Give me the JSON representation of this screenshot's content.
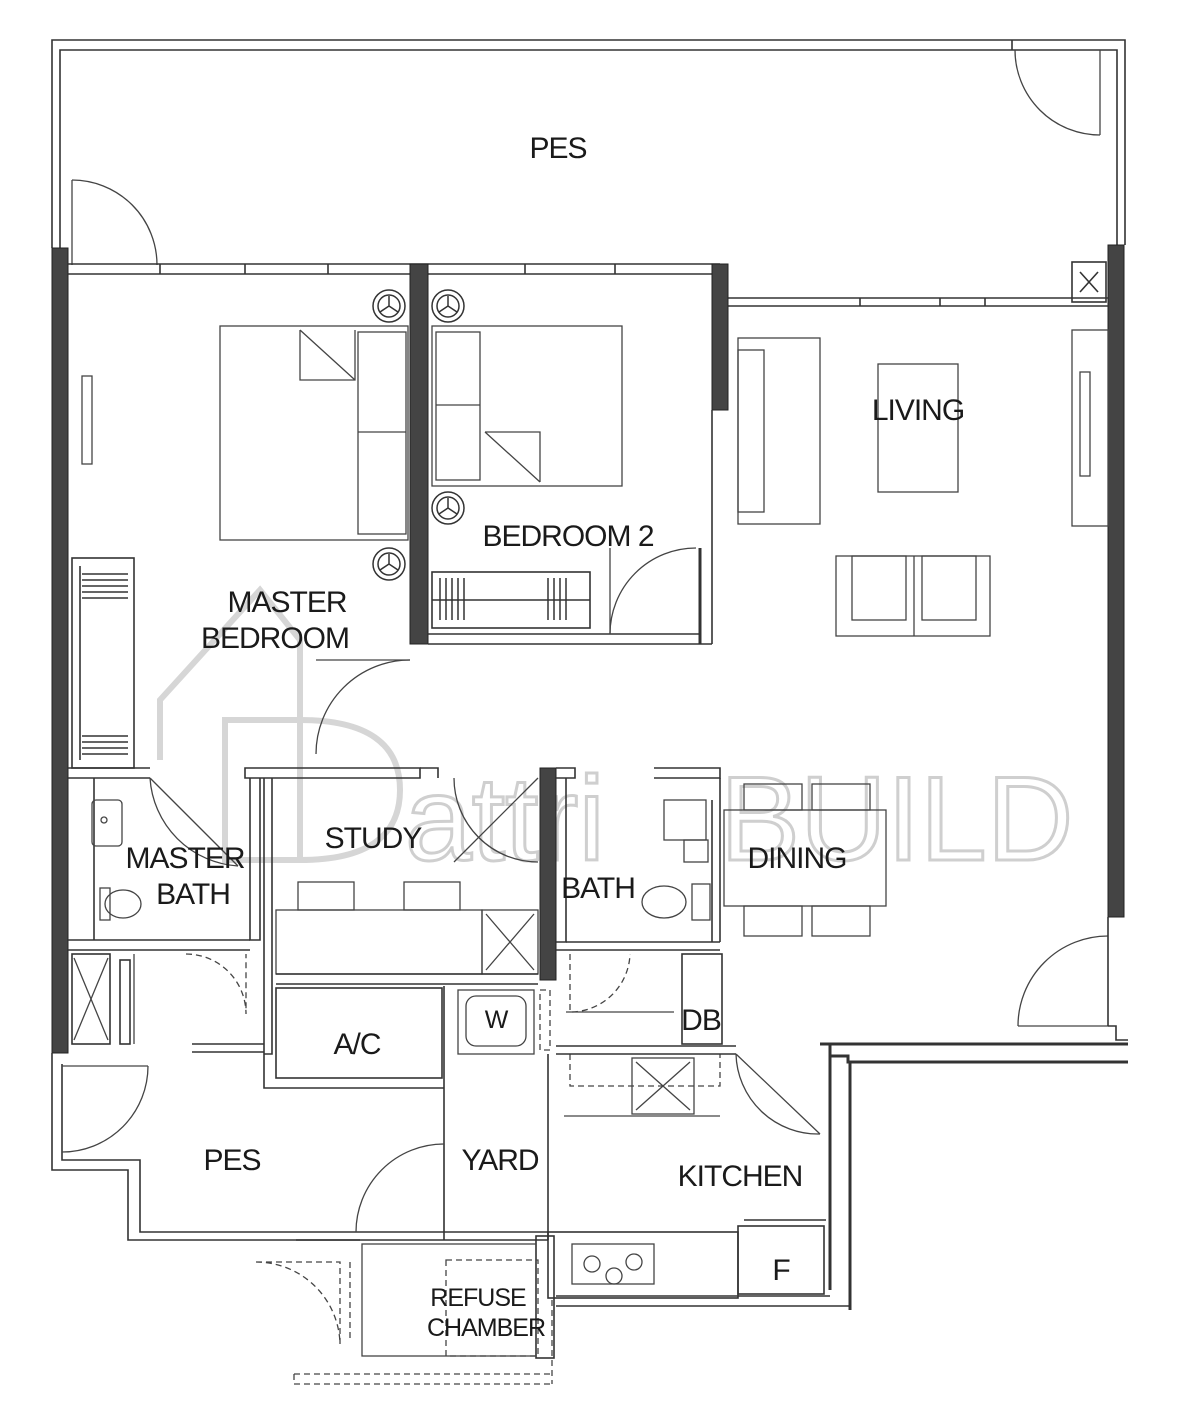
{
  "rooms": {
    "pes_top": "PES",
    "living": "LIVING",
    "bedroom2": "BEDROOM 2",
    "master_bedroom_line1": "MASTER",
    "master_bedroom_line2": "BEDROOM",
    "study": "STUDY",
    "master_bath_line1": "MASTER",
    "master_bath_line2": "BATH",
    "bath": "BATH",
    "dining": "DINING",
    "ac": "A/C",
    "db": "DB",
    "washer": "W",
    "pes_bottom": "PES",
    "yard": "YARD",
    "kitchen": "KITCHEN",
    "fridge": "F",
    "refuse_line1": "REFUSE",
    "refuse_line2": "CHAMBER"
  },
  "watermark": {
    "brand_prefix": "attri",
    "brand_suffix": "BUILD"
  },
  "colors": {
    "line": "#333333",
    "watermark": "#cfcfcf",
    "background": "#ffffff"
  }
}
